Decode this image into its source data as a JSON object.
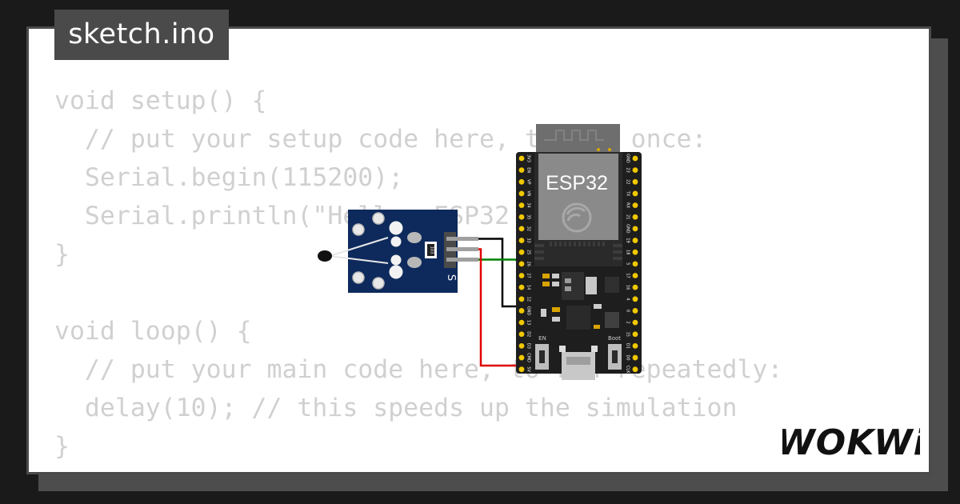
{
  "file_tab": {
    "label": "sketch.ino"
  },
  "code": {
    "lines": [
      "void setup() {",
      "  // put your setup code here, to run once:",
      "  Serial.begin(115200);",
      "  Serial.println(\"Hello, ESP32!\");",
      "}",
      "",
      "void loop() {",
      "  // put your main code here, to run repeatedly:",
      "  delay(10); // this speeds up the simulation",
      "}"
    ]
  },
  "board": {
    "name": "ESP32",
    "en_label": "EN",
    "boot_label": "Boot",
    "left_pins": [
      "3V3",
      "EN",
      "VP",
      "VN",
      "34",
      "35",
      "32",
      "33",
      "25",
      "26",
      "27",
      "14",
      "12",
      "GND",
      "13",
      "D2",
      "D3",
      "CMD",
      "5V"
    ],
    "right_pins": [
      "GND",
      "23",
      "22",
      "TX",
      "RX",
      "21",
      "GND",
      "19",
      "18",
      "5",
      "17",
      "16",
      "4",
      "0",
      "2",
      "15",
      "D1",
      "D0",
      "CLK"
    ]
  },
  "sensor": {
    "pin_label_minus": "-",
    "pin_label_s": "S",
    "resistor_label": "103"
  },
  "wire_colors": {
    "vcc": "#e00000",
    "gnd": "#000000",
    "signal": "#008000"
  },
  "logo": {
    "text": "WOKWi"
  }
}
